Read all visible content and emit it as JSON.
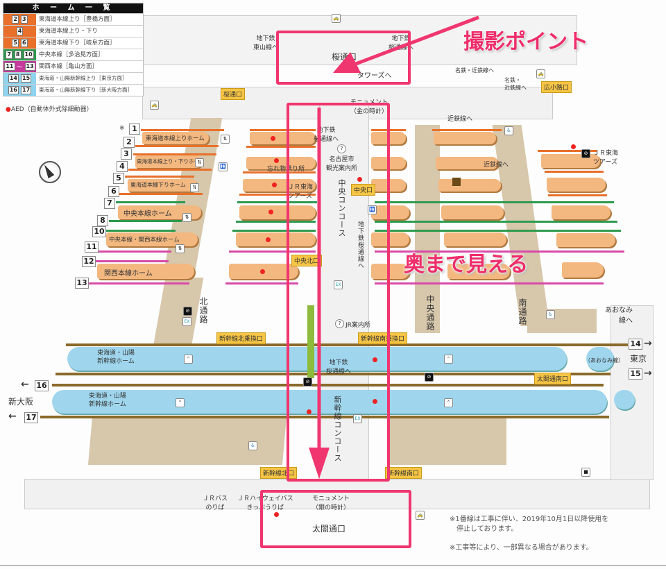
{
  "legend": {
    "title": "ホ ー ム 一 覧",
    "rows": [
      {
        "nums": [
          "2",
          "3"
        ],
        "text": "東海道本線上り［豊橋方面］",
        "color": "#e8702a"
      },
      {
        "nums": [
          "4"
        ],
        "text": "東海道本線上り・下り",
        "color": "#e8702a"
      },
      {
        "nums": [
          "5",
          "6"
        ],
        "text": "東海道本線下り［岐阜方面］",
        "color": "#e8702a"
      },
      {
        "nums": [
          "7",
          "8",
          "10"
        ],
        "text": "中央本線［多治見方面］",
        "color": "#2e9a4e"
      },
      {
        "nums": [
          "11",
          "〜",
          "13"
        ],
        "text": "関西本線［亀山方面］",
        "color": "#c63a9c"
      },
      {
        "nums": [
          "14",
          "15"
        ],
        "text": "東海道・山陽新幹線上り［東京方面］",
        "color": "#8fd3ee"
      },
      {
        "nums": [
          "16",
          "17"
        ],
        "text": "東海道・山陽新幹線下り［新大阪方面］",
        "color": "#8fd3ee"
      }
    ],
    "aed": "AED（自動体外式除細動器）"
  },
  "colors": {
    "highlight": "#f0366f",
    "tokaido": "#e8702a",
    "chuo": "#2e9a4e",
    "kansai": "#d84aa8",
    "shinkansen_track": "#8a6a2a",
    "platform_orange": "#f3b880",
    "platform_blue": "#9fd6ee"
  },
  "annotations": {
    "shooting_point": "撮影ポイント",
    "visible_far": "奥まで見える"
  },
  "tracks": {
    "conventional": [
      {
        "num": "1",
        "note": "※"
      },
      {
        "num": "2"
      },
      {
        "num": "3"
      },
      {
        "num": "4"
      },
      {
        "num": "5"
      },
      {
        "num": "6"
      },
      {
        "num": "7"
      },
      {
        "num": "8"
      },
      {
        "num": "10"
      },
      {
        "num": "11"
      },
      {
        "num": "12"
      },
      {
        "num": "13"
      }
    ],
    "shinkansen": {
      "t14": "14",
      "t15": "15",
      "t16": "16",
      "t17": "17",
      "east": "東京",
      "west": "新大阪",
      "arrow_r": "→",
      "arrow_l": "←"
    }
  },
  "platforms": {
    "p1": "東海道本線上りホーム",
    "p2": "東海道本線上り・下りホーム",
    "p3": "東海道本線下りホーム",
    "p4": "中央本線ホーム",
    "p5": "中央本線・関西本線ホーム",
    "p6": "関西本線ホーム",
    "s1": "東海道・山陽\n新幹線ホーム",
    "s2": "東海道・山陽\n新幹線ホーム"
  },
  "labels": {
    "sakura_exit_top": "桜通口",
    "sakura_exit_tag": "桜通口",
    "subway_higashiyama": "地下鉄\n東山線へ",
    "subway_top_right": "地下鉄\n桜通線へ",
    "towers": "タワーズへ",
    "monument_gold": "モニュメント\n（金の時計）",
    "meitetsu_kintetsu_1": "名鉄・近鉄線へ",
    "meitetsu_kintetsu_2": "名鉄・\n近鉄線へ",
    "hirokoji_exit": "広小路口",
    "kintetsu_1": "近鉄線へ",
    "kintetsu_2": "近鉄線へ",
    "jr_tours_right": "ＪＲ東海\nツアーズ",
    "subway_sakura_1": "地下鉄\n桜通線へ",
    "nagoya_tourist": "名古屋市\n観光案内所",
    "lost_found": "忘れ物承り所",
    "jr_tours_left": "ＪＲ東海\nツアーズ",
    "central_exit": "中央口",
    "central_concourse": "中央コンコース",
    "subway_sakura_2": "地下鉄桜通線へ",
    "central_north_exit": "中央北口",
    "north_passage": "北通路",
    "central_passage": "中央通路",
    "south_passage": "南通路",
    "aonami": "あおなみ\n線へ",
    "aonami_plat": "（あおなみ線）",
    "jr_info": "JR案内所",
    "shinkansen_north_transfer": "新幹線北乗換口",
    "shinkansen_south_transfer": "新幹線南乗換口",
    "subway_sakura_3": "地下鉄\n桜通線へ",
    "shinkansen_concourse": "新幹線コンコース",
    "taiko_south_exit": "太閤通南口",
    "shinkansen_north_exit": "新幹線北口",
    "shinkansen_south_exit": "新幹線南口",
    "jr_bus": "ＪＲバス\nのりば",
    "jr_highway_bus": "ＪＲハイウェイバス\nきっぷうりば",
    "monument_silver": "モニュメント\n（銀の時計）",
    "taiko_exit": "太閤通口"
  },
  "notes": {
    "n1": "※1番線は工事に伴い、2019年10月1日以降使用を\n　停止しております。",
    "n2": "※工事等により、一部異なる場合があります。"
  },
  "icons": {
    "toilet": "🚻",
    "elevator": "⇅",
    "accessible": "♿",
    "taxi": "🚕",
    "ex": "EX",
    "ticket": "⊘",
    "info": "?",
    "escalator": "⌃"
  }
}
